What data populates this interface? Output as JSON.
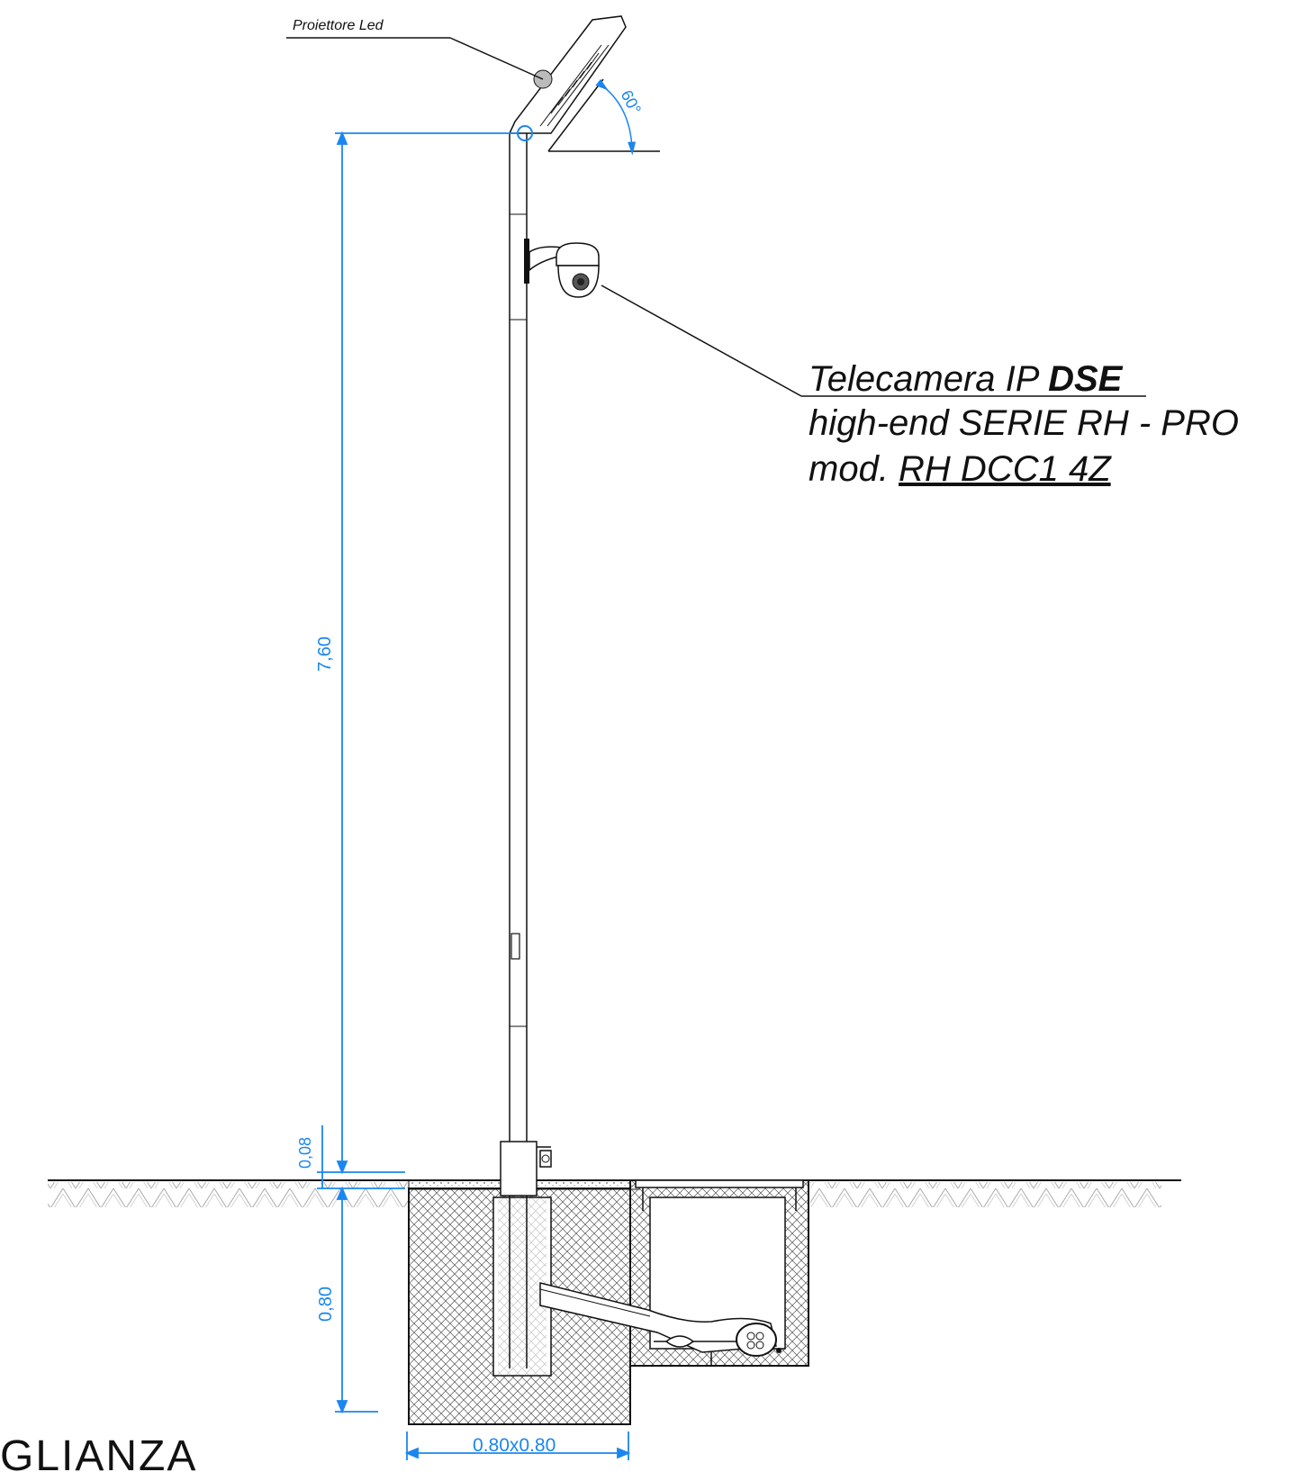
{
  "labels": {
    "led_projector": "Proiettore Led",
    "camera_line1_prefix": "Telecamera IP ",
    "camera_line1_bold": "DSE",
    "camera_line2": "high-end SERIE RH - PRO",
    "camera_line3_prefix": "mod. ",
    "camera_line3_model": "RH DCC1 4Z",
    "tilt_angle": "60°"
  },
  "dimensions": {
    "pole_height": "7,60",
    "above_ground": "0,08",
    "foundation_depth": "0,80",
    "foundation_base": "0.80x0.80"
  },
  "footer": {
    "partial_text": "GLIANZA"
  },
  "colors": {
    "dimension": "#1a86f0",
    "line": "#111111",
    "hatch": "#333333"
  }
}
